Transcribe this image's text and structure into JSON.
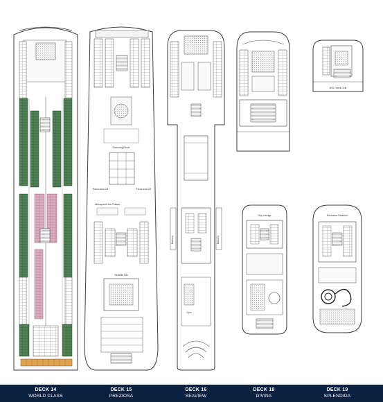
{
  "decks": [
    {
      "number": "DECK 14",
      "name": "WORLD CLASS"
    },
    {
      "number": "DECK 15",
      "name": "PREZIOSA"
    },
    {
      "number": "DECK 16",
      "name": "SEAVIEW"
    },
    {
      "number": "DECK 18",
      "name": "DIVINA"
    },
    {
      "number": "DECK 19",
      "name": "SPLENDIDA"
    }
  ],
  "areas": {
    "dancing_floor": "Dancing Floor",
    "balcony": "Balcony",
    "panorama_lift": "Panorama Lift",
    "atmosphere_bar": "Atmosphere Bar Theater",
    "seaside_bar": "Seaside Bar",
    "gym": "Gym",
    "sky_lounge": "Sky Lounge",
    "exclusive_solarium": "Exclusive Solarium",
    "msc_yacht_club": "MSC Yacht Club"
  },
  "colors": {
    "navy": "#0b2141",
    "green": "#4f7f52",
    "pink": "#d9a9bd",
    "orange": "#e0a24a",
    "line": "#3a3a3a"
  }
}
